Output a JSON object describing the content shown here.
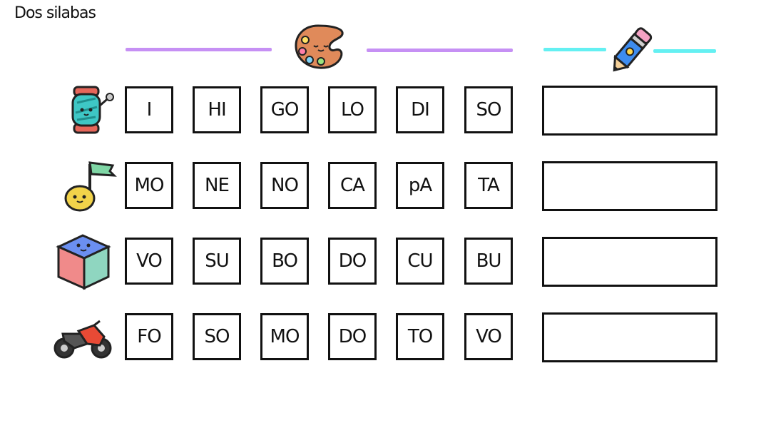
{
  "title": "Dos silabas",
  "header": {
    "left_icon": "palette-icon",
    "right_icon": "pencil-icon",
    "colors": {
      "purple_line": "#c690f4",
      "cyan_line": "#64f0f2"
    }
  },
  "rows": [
    {
      "icon": "thread-spool-icon",
      "syllables": [
        "I",
        "HI",
        "GO",
        "LO",
        "DI",
        "SO"
      ],
      "answer": ""
    },
    {
      "icon": "music-note-icon",
      "syllables": [
        "MO",
        "NE",
        "NO",
        "CA",
        "pA",
        "TA"
      ],
      "answer": ""
    },
    {
      "icon": "cube-icon",
      "syllables": [
        "VO",
        "SU",
        "BO",
        "DO",
        "CU",
        "BU"
      ],
      "answer": ""
    },
    {
      "icon": "motorcycle-icon",
      "syllables": [
        "FO",
        "SO",
        "MO",
        "DO",
        "TO",
        "VO"
      ],
      "answer": ""
    }
  ]
}
